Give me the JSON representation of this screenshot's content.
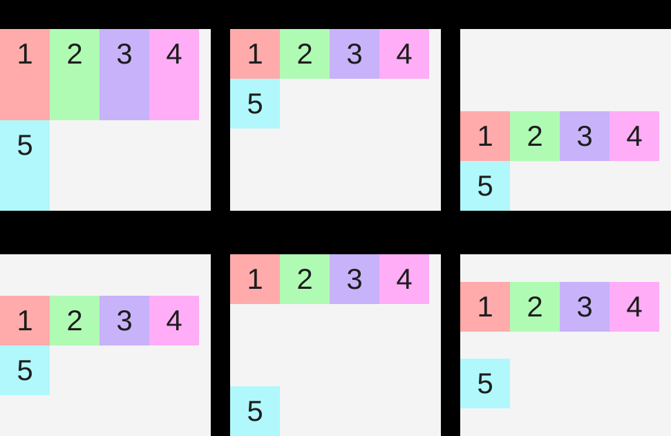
{
  "theme": {
    "page-bg": "#000000",
    "panel-bg": "#f4f4f4",
    "text": "#1d1d1d",
    "c1": "#ffabab",
    "c2": "#b0fbb4",
    "c3": "#c8b2f9",
    "c4": "#feadf6",
    "c5": "#b0f8fb"
  },
  "panels": [
    {
      "alignment": "stretch",
      "boxes": [
        {
          "label": "1"
        },
        {
          "label": "2"
        },
        {
          "label": "3"
        },
        {
          "label": "4"
        },
        {
          "label": "5"
        }
      ]
    },
    {
      "alignment": "flex-start",
      "boxes": [
        {
          "label": "1"
        },
        {
          "label": "2"
        },
        {
          "label": "3"
        },
        {
          "label": "4"
        },
        {
          "label": "5"
        }
      ]
    },
    {
      "alignment": "flex-end",
      "boxes": [
        {
          "label": "1"
        },
        {
          "label": "2"
        },
        {
          "label": "3"
        },
        {
          "label": "4"
        },
        {
          "label": "5"
        }
      ]
    },
    {
      "alignment": "center",
      "boxes": [
        {
          "label": "1"
        },
        {
          "label": "2"
        },
        {
          "label": "3"
        },
        {
          "label": "4"
        },
        {
          "label": "5"
        }
      ]
    },
    {
      "alignment": "space-between",
      "boxes": [
        {
          "label": "1"
        },
        {
          "label": "2"
        },
        {
          "label": "3"
        },
        {
          "label": "4"
        },
        {
          "label": "5"
        }
      ]
    },
    {
      "alignment": "space-evenly",
      "boxes": [
        {
          "label": "1"
        },
        {
          "label": "2"
        },
        {
          "label": "3"
        },
        {
          "label": "4"
        },
        {
          "label": "5"
        }
      ]
    }
  ]
}
